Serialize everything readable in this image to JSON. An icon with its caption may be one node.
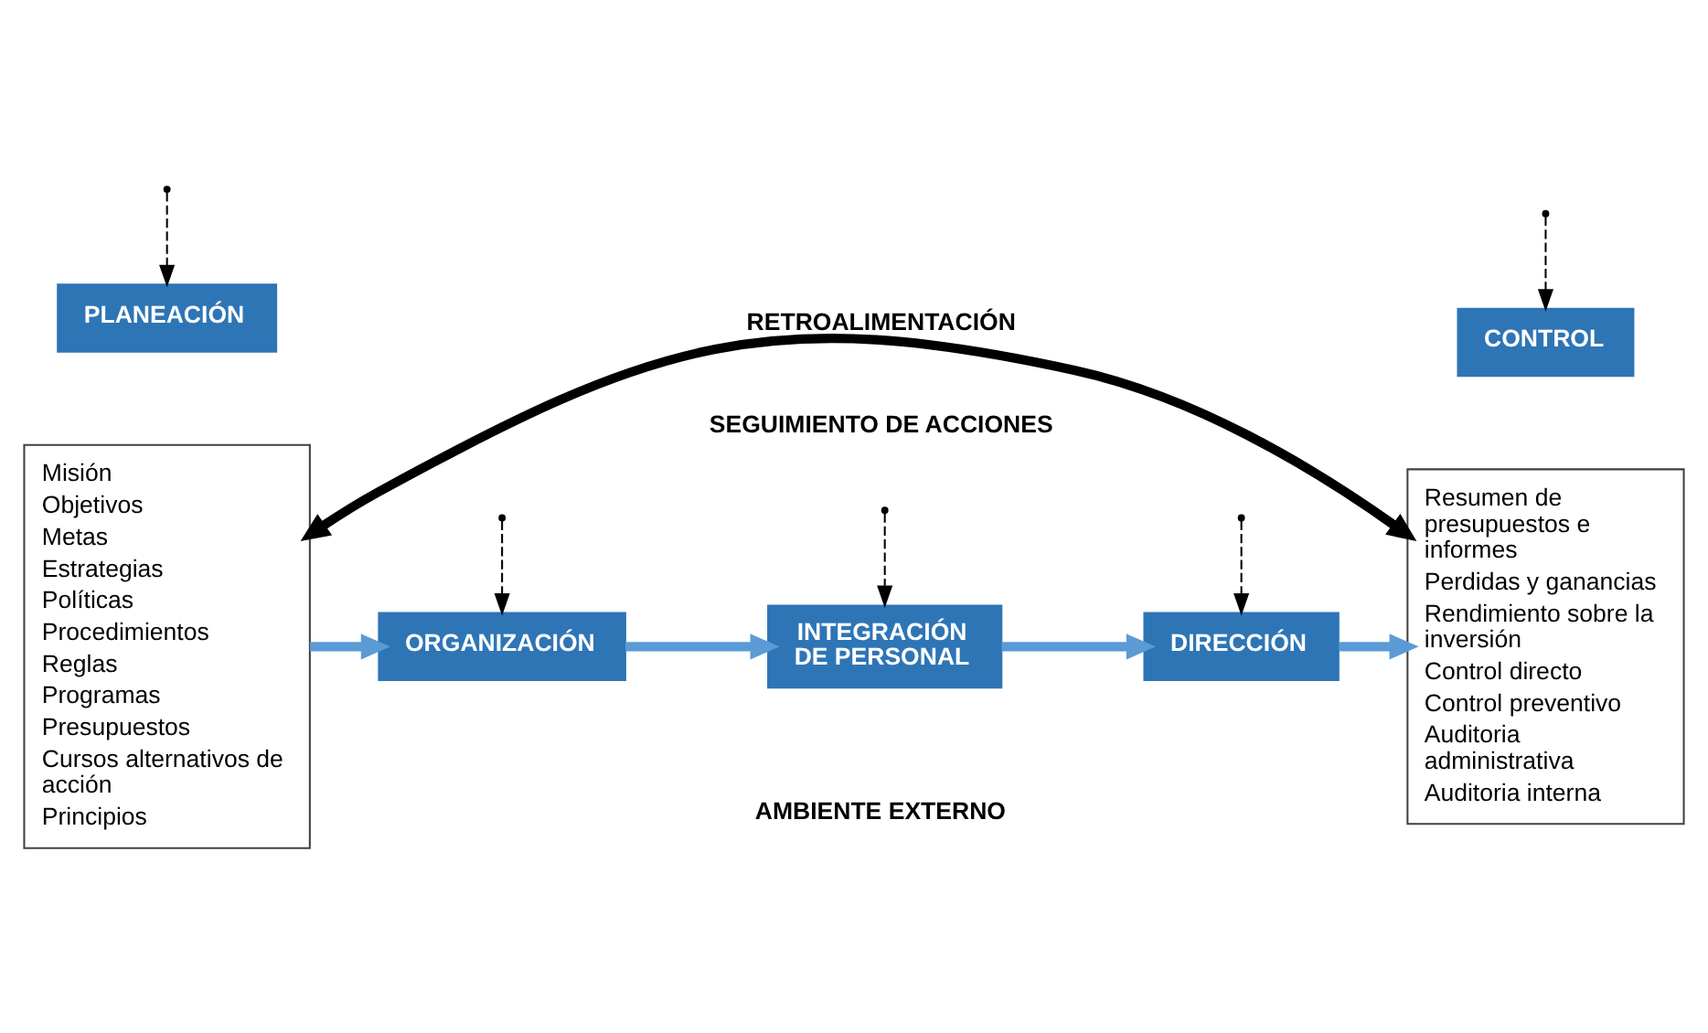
{
  "diagram": {
    "nodes": [
      {
        "text": [
          "PLANEACIÓN"
        ]
      },
      {
        "text": [
          "Misión",
          "Objetivos",
          "Metas",
          "Estrategias",
          "Políticas",
          "Procedimientos",
          "Reglas",
          "Programas",
          "Presupuestos",
          "Cursos alternativos de acción",
          "Principios"
        ]
      },
      {
        "text": [
          "ORGANIZACIÓN"
        ]
      },
      {
        "text": [
          "INTEGRACIÓN DE PERSONAL"
        ]
      },
      {
        "text": [
          "DIRECCIÓN"
        ]
      },
      {
        "text": [
          "CONTROL"
        ]
      },
      {
        "text": [
          "Resumen de presupuestos e informes",
          "Perdidas y ganancias",
          "Rendimiento sobre la inversión",
          "Control directo",
          "Control preventivo",
          "Auditoria administrativa",
          "Auditoria interna"
        ]
      }
    ],
    "edges": [
      {
        "from": 1,
        "to": 2,
        "arrow": "to",
        "style": "thick",
        "color": "#5b9bd5"
      },
      {
        "from": 2,
        "to": 3,
        "arrow": "to",
        "style": "thick",
        "color": "#5b9bd5"
      },
      {
        "from": 3,
        "to": 4,
        "arrow": "to",
        "style": "thick",
        "color": "#5b9bd5"
      },
      {
        "from": 4,
        "to": 6,
        "arrow": "to",
        "style": "thick",
        "color": "#5b9bd5"
      },
      {
        "from": null,
        "to": 0,
        "arrow": "to",
        "style": "dashed"
      },
      {
        "from": null,
        "to": 2,
        "arrow": "to",
        "style": "dashed"
      },
      {
        "from": null,
        "to": 3,
        "arrow": "to",
        "style": "dashed"
      },
      {
        "from": null,
        "to": 4,
        "arrow": "to",
        "style": "dashed"
      },
      {
        "from": null,
        "to": 5,
        "arrow": "to",
        "style": "dashed"
      },
      {
        "from": 1,
        "to": 6,
        "arrow": "both",
        "style": "thick",
        "label": "RETROALIMENTACIÓN"
      }
    ],
    "labels": [
      "SEGUIMIENTO DE ACCIONES",
      "AMBIENTE EXTERNO"
    ]
  }
}
